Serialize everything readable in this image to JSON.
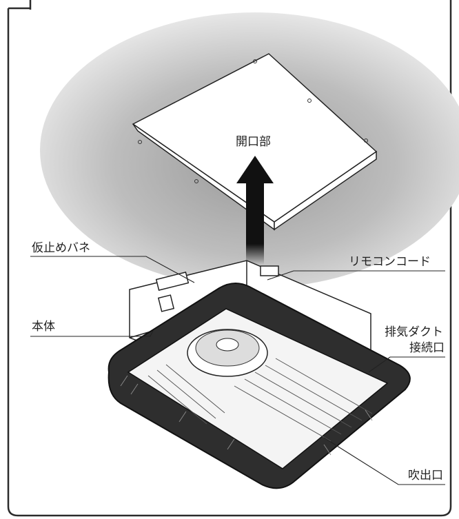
{
  "labels": {
    "opening": "開口部",
    "temp_spring": "仮止めバネ",
    "remote_cord": "リモコンコード",
    "body": "本体",
    "exhaust_duct_line1": "排気ダクト",
    "exhaust_duct_line2": "接続口",
    "outlet": "吹出口"
  },
  "colors": {
    "ceiling_shade": "#d4d4d4",
    "frame": "#2b2b2b",
    "arrow": "#1a1a1a",
    "line": "#222222"
  }
}
